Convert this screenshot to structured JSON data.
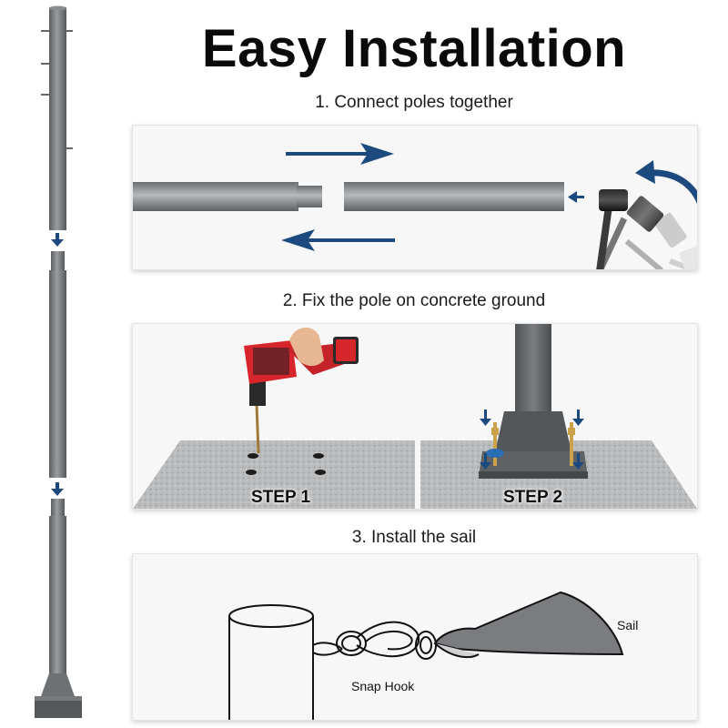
{
  "header": {
    "title": "Easy Installation"
  },
  "steps": [
    {
      "heading": "1. Connect poles together"
    },
    {
      "heading": "2. Fix the pole on concrete ground"
    },
    {
      "heading": "3. Install the sail"
    }
  ],
  "step2": {
    "left_label": "STEP 1",
    "right_label": "STEP 2"
  },
  "step3": {
    "sail_label": "Sail",
    "hook_label": "Snap Hook"
  },
  "colors": {
    "arrow": "#1c4a7e",
    "pole": "#7a7d80",
    "concrete": "#b9bbbd",
    "drill_red": "#d7262b"
  }
}
